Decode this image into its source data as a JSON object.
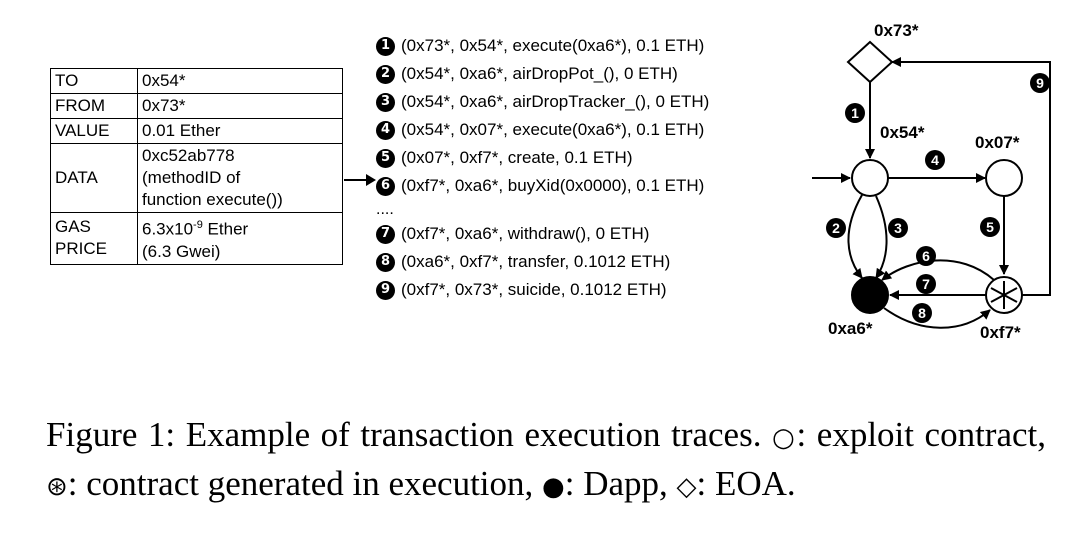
{
  "table": {
    "rows": [
      {
        "key": "TO",
        "value_lines": [
          "0x54*"
        ]
      },
      {
        "key": "FROM",
        "value_lines": [
          "0x73*"
        ]
      },
      {
        "key": "VALUE",
        "value_lines": [
          "0.01 Ether"
        ]
      },
      {
        "key": "DATA",
        "value_lines": [
          "0xc52ab778",
          "(methodID of",
          "function execute())"
        ]
      },
      {
        "key_lines": [
          "GAS",
          "PRICE"
        ],
        "value_lines": [
          "6.3x10",
          "-9",
          " Ether",
          "(6.3 Gwei)"
        ]
      }
    ]
  },
  "traces": [
    {
      "num": "1",
      "text": "(0x73*, 0x54*, execute(0xa6*), 0.1 ETH)"
    },
    {
      "num": "2",
      "text": "(0x54*, 0xa6*, airDropPot_(), 0 ETH)"
    },
    {
      "num": "3",
      "text": "(0x54*, 0xa6*, airDropTracker_(), 0 ETH)"
    },
    {
      "num": "4",
      "text": "(0x54*, 0x07*, execute(0xa6*), 0.1 ETH)"
    },
    {
      "num": "5",
      "text": "(0x07*, 0xf7*, create, 0.1 ETH)"
    },
    {
      "num": "6",
      "text": "(0xf7*, 0xa6*, buyXid(0x0000), 0.1 ETH)"
    },
    {
      "num": "",
      "text": "...."
    },
    {
      "num": "7",
      "text": "(0xf7*, 0xa6*, withdraw(), 0 ETH)"
    },
    {
      "num": "8",
      "text": "(0xa6*, 0xf7*, transfer, 0.1012 ETH)"
    },
    {
      "num": "9",
      "text": "(0xf7*, 0x73*, suicide, 0.1012 ETH)"
    }
  ],
  "graph": {
    "nodes": {
      "eoa": "0x73*",
      "exploit_a": "0x54*",
      "exploit_b": "0x07*",
      "generated": "0xf7*",
      "dapp": "0xa6*"
    },
    "edge_labels": [
      "1",
      "2",
      "3",
      "4",
      "5",
      "6",
      "7",
      "8",
      "9"
    ]
  },
  "caption": {
    "prefix": "Figure 1: Example of transaction execution traces. ",
    "sym_exploit": "○",
    "text_exploit": ": exploit contract, ",
    "sym_generated": "⊛",
    "text_generated": ": contract generated in execution, ",
    "sym_dapp": "●",
    "text_dapp": ": Dapp, ",
    "sym_eoa": "◇",
    "text_eoa": ": EOA."
  }
}
